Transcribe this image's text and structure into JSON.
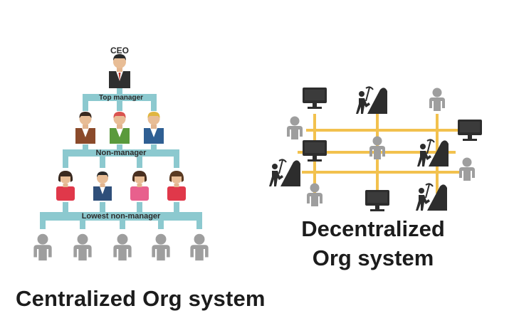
{
  "centralized": {
    "title": "Centralized Org system",
    "levels": {
      "ceo": "CEO",
      "top_manager": "Top manager",
      "non_manager": "Non-manager",
      "lowest": "Lowest non-manager"
    }
  },
  "decentralized": {
    "title_line1": "Decentralized",
    "title_line2": "Org system"
  },
  "icons": [
    "executive-icon",
    "manager-icon",
    "employee-icon",
    "person-icon",
    "computer-icon",
    "miner-icon"
  ],
  "colors": {
    "connector_teal": "#8cc9cf",
    "grid_gold": "#f2c14e",
    "person_gray": "#9e9e9e",
    "node_dark": "#2d2d2d",
    "suit_brown": "#8b4a2b",
    "suit_green": "#5a9a3c",
    "suit_blue": "#2f5f93",
    "shirt_red": "#e0384a",
    "shirt_pink": "#e8608d"
  }
}
